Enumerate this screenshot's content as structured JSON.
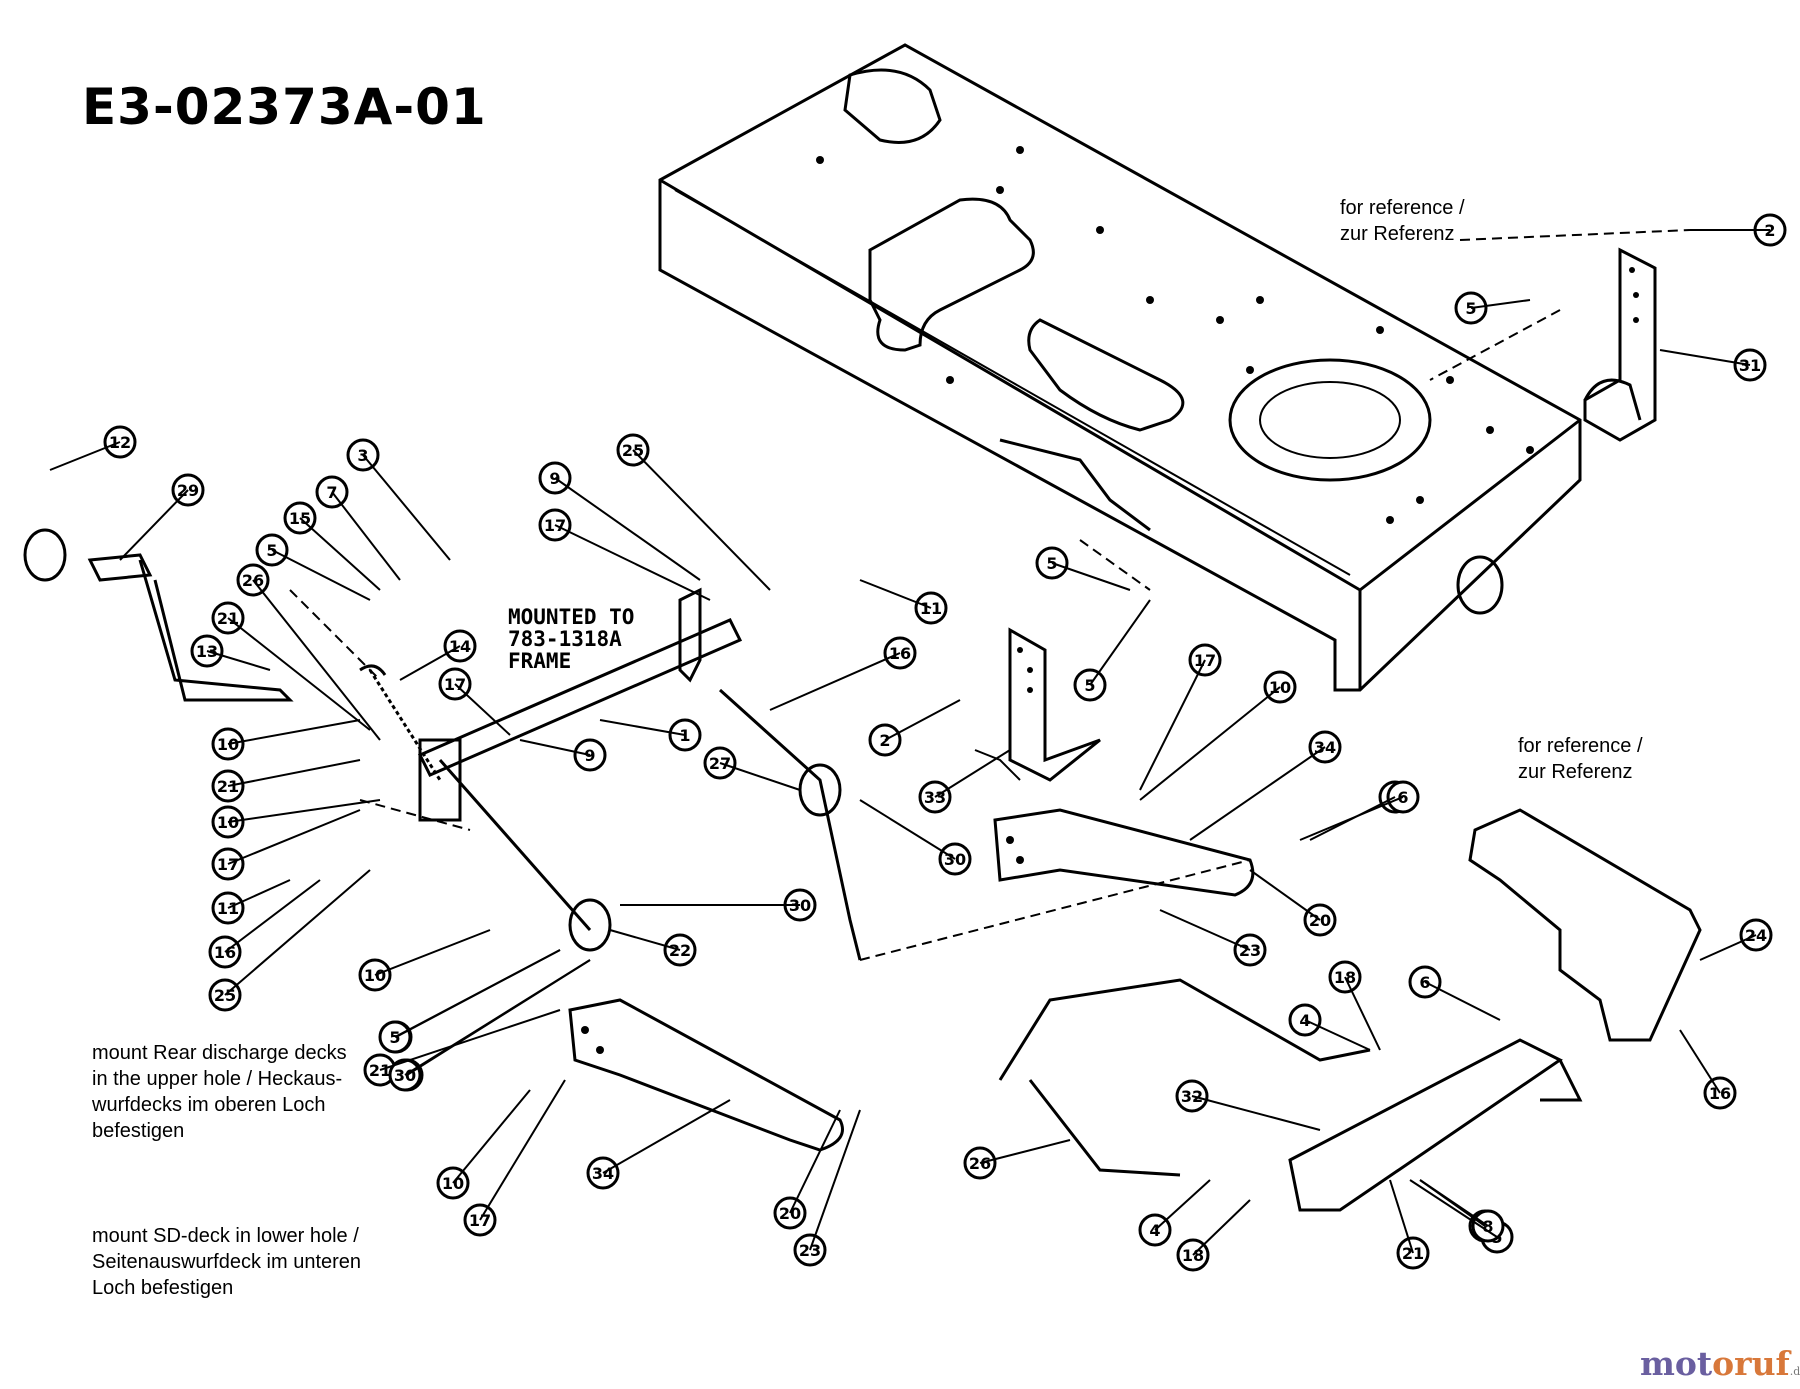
{
  "title": "E3-02373A-01",
  "notes": {
    "reference_top": [
      "for reference /",
      "zur Referenz"
    ],
    "reference_right": [
      "for reference /",
      "zur Referenz"
    ],
    "mounted": [
      "MOUNTED TO",
      "783-1318A",
      "FRAME"
    ],
    "rear_discharge": [
      "mount Rear discharge decks",
      "in the upper hole / Heckaus-",
      "wurfdecks im oberen Loch",
      "befestigen"
    ],
    "sd_deck": [
      "mount SD-deck in lower hole /",
      "Seitenauswurfdeck im unteren",
      "Loch befestigen"
    ]
  },
  "watermark": {
    "part1": "mot",
    "part2": "oruf",
    "part3": "",
    "suffix": ".de"
  },
  "callouts": [
    "2",
    "5",
    "31",
    "12",
    "29",
    "3",
    "7",
    "15",
    "5",
    "26",
    "21",
    "13",
    "10",
    "21",
    "10",
    "17",
    "11",
    "16",
    "25",
    "14",
    "17",
    "9",
    "17",
    "25",
    "9",
    "1",
    "11",
    "16",
    "27",
    "30",
    "22",
    "30",
    "5",
    "26",
    "21",
    "10",
    "5",
    "30",
    "10",
    "17",
    "34",
    "20",
    "23",
    "6",
    "5",
    "5",
    "17",
    "10",
    "34",
    "2",
    "33",
    "6",
    "20",
    "23",
    "18",
    "4",
    "26",
    "32",
    "4",
    "18",
    "21",
    "8",
    "24",
    "6",
    "16",
    "5",
    "8"
  ]
}
